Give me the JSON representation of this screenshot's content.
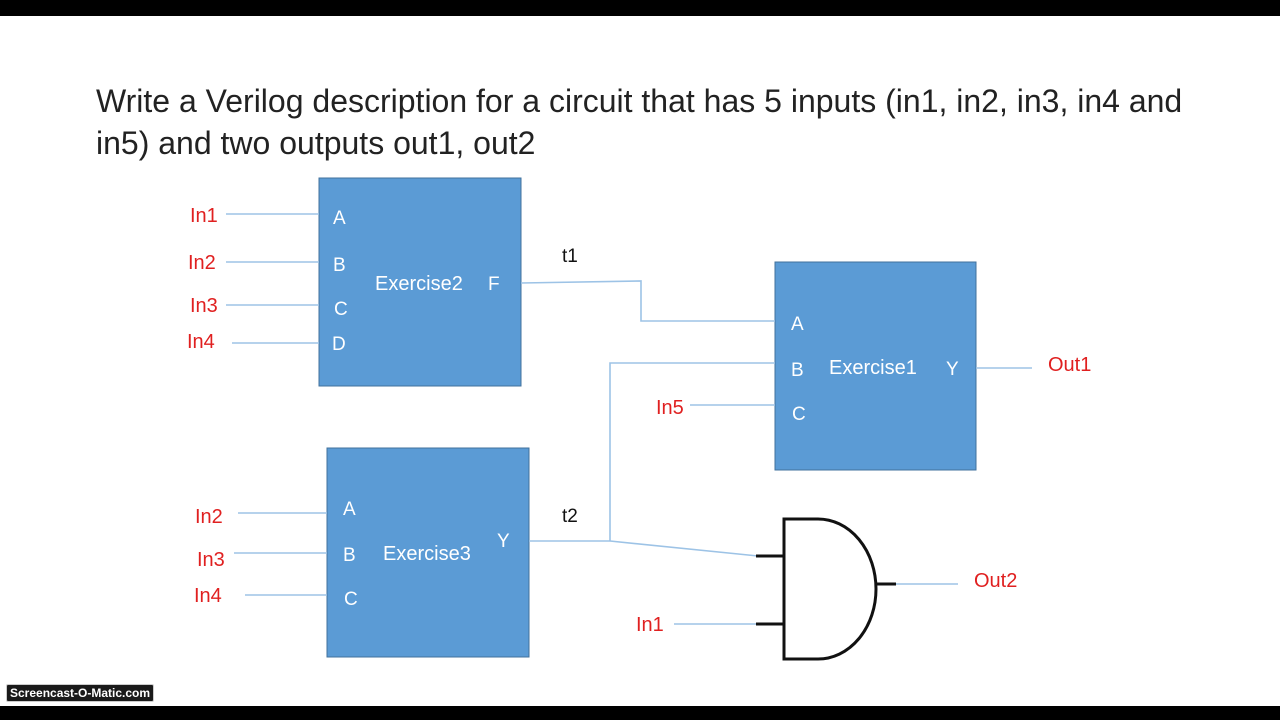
{
  "question": "Write a Verilog description for a circuit that has 5 inputs (in1, in2, in3, in4 and in5) and two outputs out1, out2",
  "blocks": {
    "exercise2": {
      "name": "Exercise2",
      "pins": [
        "A",
        "B",
        "C",
        "D"
      ],
      "out": "F"
    },
    "exercise1": {
      "name": "Exercise1",
      "pins": [
        "A",
        "B",
        "C"
      ],
      "out": "Y"
    },
    "exercise3": {
      "name": "Exercise3",
      "pins": [
        "A",
        "B",
        "C"
      ],
      "out": "Y"
    }
  },
  "signals": {
    "e2": [
      "In1",
      "In2",
      "In3",
      "In4"
    ],
    "e1_c": "In5",
    "e3": [
      "In2",
      "In3",
      "In4"
    ],
    "and_in": "In1",
    "out1": "Out1",
    "out2": "Out2"
  },
  "nets": {
    "t1": "t1",
    "t2": "t2"
  },
  "watermark": "Screencast-O-Matic.com",
  "colors": {
    "block": "#5b9bd5",
    "wire": "#9dc3e6",
    "signal_text": "#e02020"
  }
}
